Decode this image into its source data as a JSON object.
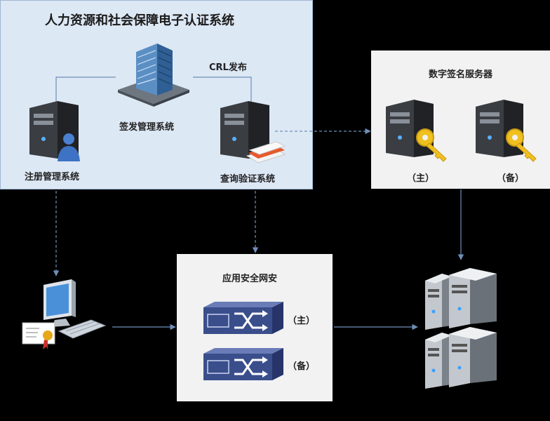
{
  "hr_system": {
    "title": "人力资源和社会保障电子认证系统",
    "issuing": "签发管理系统",
    "registration": "注册管理系统",
    "query": "查询验证系统",
    "crl": "CRL发布"
  },
  "signature_servers": {
    "title": "数字签名服务器",
    "primary": "（主）",
    "backup": "（备）"
  },
  "network_security": {
    "title": "应用安全网安",
    "primary": "（主）",
    "backup": "（备）"
  },
  "colors": {
    "panel_blue": "#dde8f5",
    "panel_gray": "#f2f2f2",
    "switch_blue": "#3a4e8c",
    "arrow": "#6f8fb8"
  }
}
